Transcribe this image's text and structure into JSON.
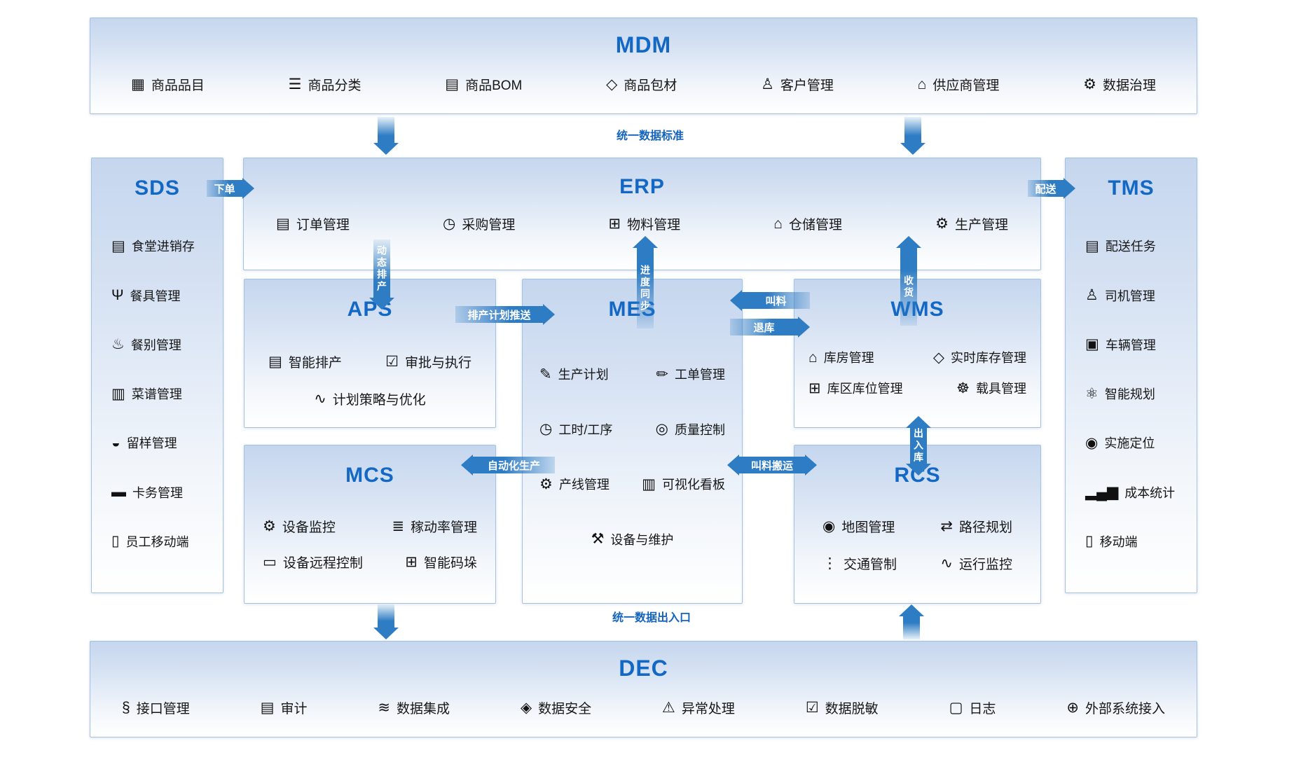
{
  "palette": {
    "title_blue": "#1268c4",
    "arrow_blue": "#2e7cc4",
    "box_border": "#a3c2e2",
    "box_fill_top": "#c5d6ee",
    "item_text": "#161616",
    "label_blue": "#1464be"
  },
  "flow_labels": {
    "unified_data_standard": "统一数据标准",
    "unified_data_gateway": "统一数据出入口"
  },
  "arrows": {
    "order": "下单",
    "delivery": "配送",
    "dynamic_scheduling": "动态排产",
    "plan_push": "排产计划推送",
    "progress_sync": "进度同步",
    "receiving": "收货",
    "material_call": "叫料",
    "return_to_warehouse": "退库",
    "automated_production": "自动化生产",
    "material_transport": "叫料搬运",
    "in_out_warehouse": "出入库"
  },
  "boxes": {
    "mdm": {
      "title": "MDM",
      "items": [
        {
          "icon": "▦",
          "label": "商品品目"
        },
        {
          "icon": "☰",
          "label": "商品分类"
        },
        {
          "icon": "▤",
          "label": "商品BOM"
        },
        {
          "icon": "◇",
          "label": "商品包材"
        },
        {
          "icon": "♙",
          "label": "客户管理"
        },
        {
          "icon": "⌂",
          "label": "供应商管理"
        },
        {
          "icon": "⚙",
          "label": "数据治理"
        }
      ]
    },
    "sds": {
      "title": "SDS",
      "items": [
        {
          "icon": "▤",
          "label": "食堂进销存"
        },
        {
          "icon": "Ψ",
          "label": "餐具管理"
        },
        {
          "icon": "♨",
          "label": "餐别管理"
        },
        {
          "icon": "▥",
          "label": "菜谱管理"
        },
        {
          "icon": "◒",
          "label": "留样管理"
        },
        {
          "icon": "▬",
          "label": "卡务管理"
        },
        {
          "icon": "▯",
          "label": "员工移动端"
        }
      ]
    },
    "erp": {
      "title": "ERP",
      "items": [
        {
          "icon": "▤",
          "label": "订单管理"
        },
        {
          "icon": "◷",
          "label": "采购管理"
        },
        {
          "icon": "⊞",
          "label": "物料管理"
        },
        {
          "icon": "⌂",
          "label": "仓储管理"
        },
        {
          "icon": "⚙",
          "label": "生产管理"
        }
      ]
    },
    "tms": {
      "title": "TMS",
      "items": [
        {
          "icon": "▤",
          "label": "配送任务"
        },
        {
          "icon": "♙",
          "label": "司机管理"
        },
        {
          "icon": "▣",
          "label": "车辆管理"
        },
        {
          "icon": "⚛",
          "label": "智能规划"
        },
        {
          "icon": "◉",
          "label": "实施定位"
        },
        {
          "icon": "▂▄▆",
          "label": "成本统计"
        },
        {
          "icon": "▯",
          "label": "移动端"
        }
      ]
    },
    "aps": {
      "title": "APS",
      "items": [
        {
          "icon": "▤",
          "label": "智能排产"
        },
        {
          "icon": "☑",
          "label": "审批与执行"
        },
        {
          "icon": "∿",
          "label": "计划策略与优化"
        }
      ]
    },
    "mes": {
      "title": "MES",
      "items": [
        {
          "icon": "✎",
          "label": "生产计划"
        },
        {
          "icon": "✏",
          "label": "工单管理"
        },
        {
          "icon": "◷",
          "label": "工时/工序"
        },
        {
          "icon": "◎",
          "label": "质量控制"
        },
        {
          "icon": "⚙",
          "label": "产线管理"
        },
        {
          "icon": "▥",
          "label": "可视化看板"
        },
        {
          "icon": "⚒",
          "label": "设备与维护"
        }
      ]
    },
    "wms": {
      "title": "WMS",
      "items": [
        {
          "icon": "⌂",
          "label": "库房管理"
        },
        {
          "icon": "◇",
          "label": "实时库存管理"
        },
        {
          "icon": "⊞",
          "label": "库区库位管理"
        },
        {
          "icon": "☸",
          "label": "载具管理"
        }
      ]
    },
    "mcs": {
      "title": "MCS",
      "items": [
        {
          "icon": "⚙",
          "label": "设备监控"
        },
        {
          "icon": "≣",
          "label": "稼动率管理"
        },
        {
          "icon": "▭",
          "label": "设备远程控制"
        },
        {
          "icon": "⊞",
          "label": "智能码垛"
        }
      ]
    },
    "rcs": {
      "title": "RCS",
      "items": [
        {
          "icon": "◉",
          "label": "地图管理"
        },
        {
          "icon": "⇄",
          "label": "路径规划"
        },
        {
          "icon": "⋮",
          "label": "交通管制"
        },
        {
          "icon": "∿",
          "label": "运行监控"
        }
      ]
    },
    "dec": {
      "title": "DEC",
      "items": [
        {
          "icon": "§",
          "label": "接口管理"
        },
        {
          "icon": "▤",
          "label": "审计"
        },
        {
          "icon": "≋",
          "label": "数据集成"
        },
        {
          "icon": "◈",
          "label": "数据安全"
        },
        {
          "icon": "⚠",
          "label": "异常处理"
        },
        {
          "icon": "☑",
          "label": "数据脱敏"
        },
        {
          "icon": "▢",
          "label": "日志"
        },
        {
          "icon": "⊕",
          "label": "外部系统接入"
        }
      ]
    }
  }
}
